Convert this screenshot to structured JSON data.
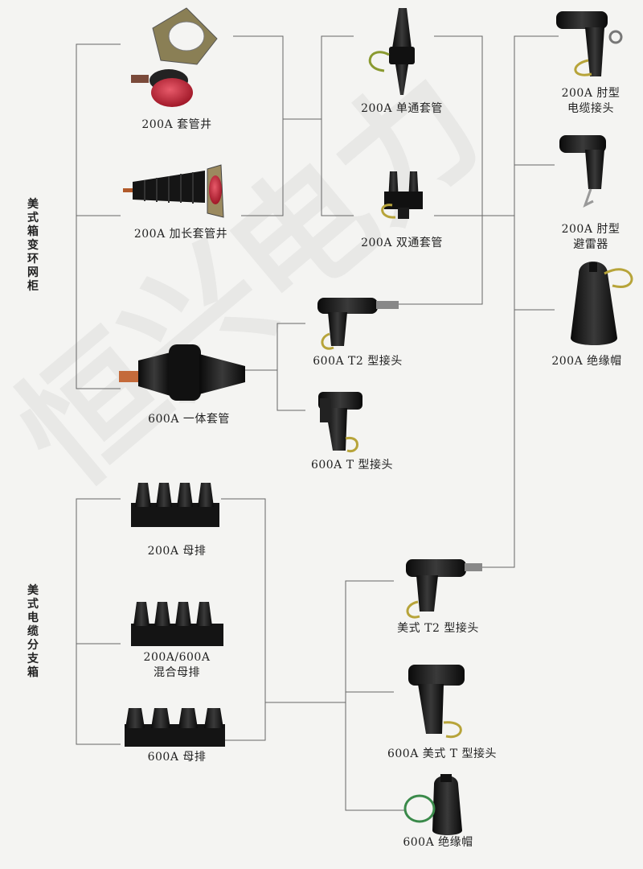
{
  "watermark": "恒兴电力",
  "groups": {
    "ring_main": "美式箱变环网柜",
    "cable_branch": "美式电缆分支箱"
  },
  "items": {
    "bushing_well_200a": "200A 套管井",
    "ext_bushing_well_200a": "200A 加长套管井",
    "one_way_bushing_200a": "200A 单通套管",
    "two_way_bushing_200a": "200A 双通套管",
    "integral_bushing_600a": "600A 一体套管",
    "t2_connector_600a": "600A T2 型接头",
    "t_connector_600a": "600A T 型接头",
    "elbow_connector_200a_l1": "200A 肘型",
    "elbow_connector_200a_l2": "电缆接头",
    "elbow_arrester_200a_l1": "200A 肘型",
    "elbow_arrester_200a_l2": "避雷器",
    "insulating_cap_200a": "200A 绝缘帽",
    "busbar_200a": "200A 母排",
    "mixed_busbar_l1": "200A/600A",
    "mixed_busbar_l2": "混合母排",
    "busbar_600a": "600A 母排",
    "us_t2_connector": "美式 T2 型接头",
    "us_t_connector_600a": "600A 美式 T 型接头",
    "insulating_cap_600a": "600A 绝缘帽"
  }
}
